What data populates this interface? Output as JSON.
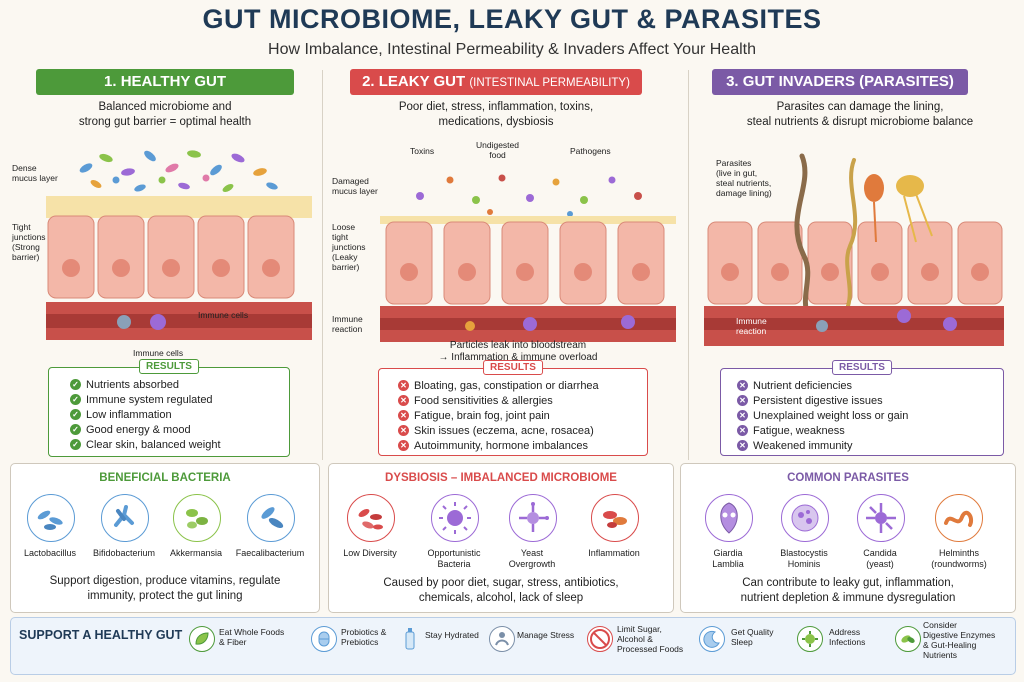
{
  "title": "GUT MICROBIOME, LEAKY GUT & PARASITES",
  "subtitle": "How Imbalance, Intestinal Permeability & Invaders Affect Your Health",
  "colors": {
    "green": "#4d9a3a",
    "red": "#d94b4b",
    "purple": "#7b5aa6",
    "navy": "#1f3a56"
  },
  "columns": [
    {
      "number": "1.",
      "heading": "HEALTHY GUT",
      "heading_note": "",
      "description": [
        "Balanced microbiome and",
        "strong gut barrier = optimal health"
      ],
      "labels": [
        "Dense",
        "mucus layer",
        "Tight",
        "junctions",
        "(Strong",
        "barrier)",
        "Immune cells",
        "Immune cells"
      ],
      "results_tag": "RESULTS",
      "results": [
        "Nutrients absorbed",
        "Immune system regulated",
        "Low inflammation",
        "Good energy & mood",
        "Clear skin, balanced weight"
      ]
    },
    {
      "number": "2.",
      "heading": "LEAKY GUT",
      "heading_note": "(INTESTINAL PERMEABILITY)",
      "description": [
        "Poor diet, stress, inflammation, toxins,",
        "medications, dysbiosis"
      ],
      "labels": [
        "Toxins",
        "Undigested",
        "food",
        "Pathogens",
        "Damaged",
        "mucus layer",
        "Loose",
        "tight",
        "junctions",
        "(Leaky",
        "barrier)",
        "Immune",
        "reaction"
      ],
      "leak_note": [
        "Particles leak into bloodstream",
        "→ Inflammation & immune overload"
      ],
      "results_tag": "RESULTS",
      "results": [
        "Bloating, gas, constipation or diarrhea",
        "Food sensitivities & allergies",
        "Fatigue, brain fog, joint pain",
        "Skin issues (eczema, acne, rosacea)",
        "Autoimmunity, hormone imbalances"
      ]
    },
    {
      "number": "3.",
      "heading": "GUT INVADERS (PARASITES)",
      "heading_note": "",
      "description": [
        "Parasites can damage the lining,",
        "steal nutrients & disrupt microbiome balance"
      ],
      "labels": [
        "Parasites",
        "(live in gut,",
        "steal nutrients,",
        "damage lining)",
        "Immune",
        "reaction"
      ],
      "results_tag": "RESULTS",
      "results": [
        "Nutrient deficiencies",
        "Persistent digestive issues",
        "Unexplained weight loss or gain",
        "Fatigue, weakness",
        "Weakened immunity"
      ]
    }
  ],
  "panels": [
    {
      "title": "BENEFICIAL BACTERIA",
      "items": [
        [
          "Lactobacillus"
        ],
        [
          "Bifidobacterium"
        ],
        [
          "Akkermansia"
        ],
        [
          "Faecalibacterium"
        ]
      ],
      "footer": [
        "Support digestion, produce vitamins, regulate",
        "immunity, protect the gut lining"
      ]
    },
    {
      "title": "DYSBIOSIS – IMBALANCED MICROBIOME",
      "items": [
        [
          "Low Diversity"
        ],
        [
          "Opportunistic",
          "Bacteria"
        ],
        [
          "Yeast",
          "Overgrowth"
        ],
        [
          "Inflammation"
        ]
      ],
      "footer": [
        "Caused by poor diet, sugar, stress, antibiotics,",
        "chemicals, alcohol, lack of sleep"
      ]
    },
    {
      "title": "COMMON PARASITES",
      "items": [
        [
          "Giardia",
          "Lamblia"
        ],
        [
          "Blastocystis",
          "Hominis"
        ],
        [
          "Candida",
          "(yeast)"
        ],
        [
          "Helminths",
          "(roundworms)"
        ]
      ],
      "footer": [
        "Can contribute to leaky gut, inflammation,",
        "nutrient depletion & immune dysregulation"
      ]
    }
  ],
  "support": {
    "title": "SUPPORT A HEALTHY GUT",
    "items": [
      {
        "icon": "leaf-icon",
        "lines": [
          "Eat Whole Foods",
          "& Fiber"
        ]
      },
      {
        "icon": "probiotic-capsule-icon",
        "lines": [
          "Probiotics &",
          "Prebiotics"
        ]
      },
      {
        "icon": "water-bottle-icon",
        "lines": [
          "Stay Hydrated"
        ]
      },
      {
        "icon": "stress-icon",
        "lines": [
          "Manage Stress"
        ]
      },
      {
        "icon": "no-sugar-icon",
        "lines": [
          "Limit Sugar,",
          "Alcohol &",
          "Processed Foods"
        ]
      },
      {
        "icon": "sleep-icon",
        "lines": [
          "Get Quality",
          "Sleep"
        ]
      },
      {
        "icon": "microbe-icon",
        "lines": [
          "Address",
          "Infections"
        ]
      },
      {
        "icon": "enzyme-icon",
        "lines": [
          "Consider",
          "Digestive Enzymes",
          "& Gut-Healing",
          "Nutrients"
        ]
      }
    ]
  }
}
